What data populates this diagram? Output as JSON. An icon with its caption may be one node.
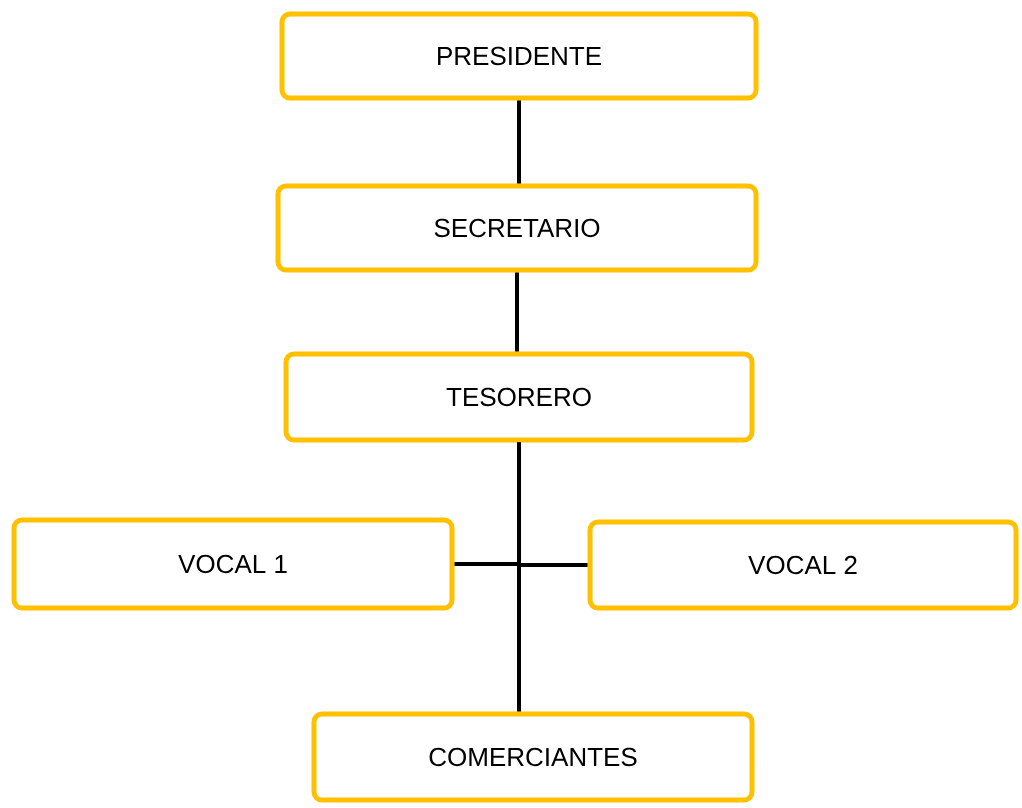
{
  "diagram": {
    "nodes": [
      {
        "text": [
          "PRESIDENTE"
        ]
      },
      {
        "text": [
          "SECRETARIO"
        ]
      },
      {
        "text": [
          "TESORERO"
        ]
      },
      {
        "text": [
          "VOCAL 1"
        ]
      },
      {
        "text": [
          "VOCAL 2"
        ]
      },
      {
        "text": [
          "COMERCIANTES"
        ]
      }
    ],
    "edges": [
      {
        "from": 0,
        "to": 1,
        "arrow": "none"
      },
      {
        "from": 1,
        "to": 2,
        "arrow": "none"
      },
      {
        "from": 2,
        "to": 3,
        "arrow": "none"
      },
      {
        "from": 2,
        "to": 4,
        "arrow": "none"
      },
      {
        "from": 2,
        "to": 5,
        "arrow": "none"
      }
    ]
  }
}
